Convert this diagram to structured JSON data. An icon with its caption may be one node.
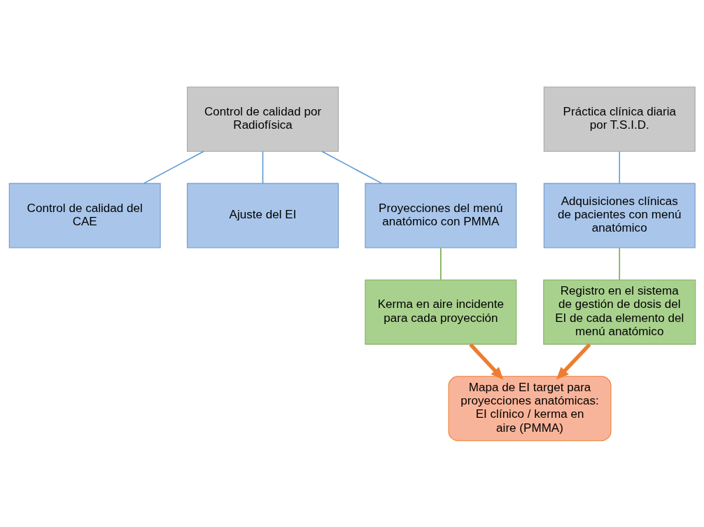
{
  "diagram": {
    "nodes": [
      {
        "text": [
          "Control de calidad por Radiofísica"
        ]
      },
      {
        "text": [
          "Práctica clínica diaria por T.S.I.D."
        ]
      },
      {
        "text": [
          "Control de calidad del CAE"
        ]
      },
      {
        "text": [
          "Ajuste del EI"
        ]
      },
      {
        "text": [
          "Adquisiciones clínicas de pacientes con menú anatómico"
        ]
      },
      {
        "text": [
          "Proyecciones del menú anatómico con PMMA"
        ]
      },
      {
        "text": [
          "Registro en el sistema de gestión de dosis del EI de cada elemento del menú anatómico"
        ]
      },
      {
        "text": [
          "Kerma en aire incidente para cada proyección"
        ]
      },
      {
        "text": [
          "Mapa de EI target para proyecciones anatómicas: EI clínico / kerma en aire (PMMA)"
        ]
      }
    ],
    "edges": [
      {
        "from": 0,
        "to": 2,
        "arrow": "none",
        "color": "#5b9bd5"
      },
      {
        "from": 0,
        "to": 3,
        "arrow": "none",
        "color": "#5b9bd5"
      },
      {
        "from": 0,
        "to": 5,
        "arrow": "none",
        "color": "#5b9bd5"
      },
      {
        "from": 1,
        "to": 4,
        "arrow": "none",
        "color": "#5b9bd5"
      },
      {
        "from": 4,
        "to": 6,
        "arrow": "none",
        "color": "#70ad47"
      },
      {
        "from": 5,
        "to": 7,
        "arrow": "none",
        "color": "#70ad47"
      },
      {
        "from": 6,
        "to": 8,
        "arrow": "to",
        "style": "thick",
        "color": "#ed7d31"
      },
      {
        "from": 7,
        "to": 8,
        "arrow": "to",
        "style": "thick",
        "color": "#ed7d31"
      }
    ]
  }
}
